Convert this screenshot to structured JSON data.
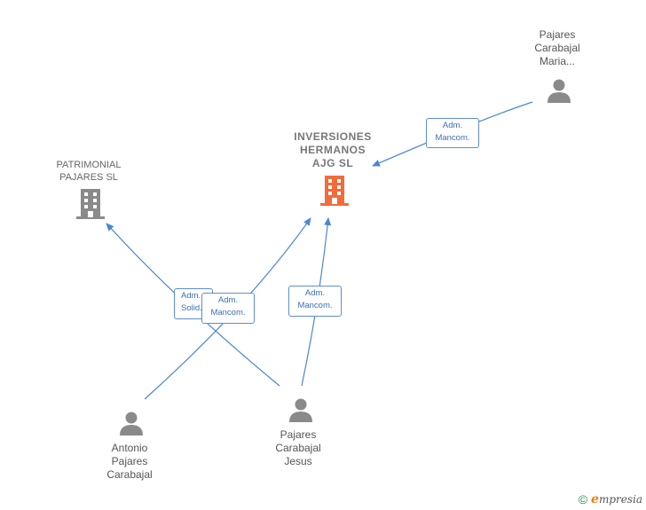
{
  "nodes": {
    "pajares_carabajal_maria": {
      "name": [
        "Pajares",
        "Carabajal",
        "Maria..."
      ],
      "kind": "person"
    },
    "inversiones": {
      "name": [
        "INVERSIONES",
        "HERMANOS",
        "AJG SL"
      ],
      "kind": "company-main"
    },
    "patrimonial": {
      "name": [
        "PATRIMONIAL",
        "PAJARES SL"
      ],
      "kind": "company"
    },
    "antonio": {
      "name": [
        "Antonio",
        "Pajares",
        "Carabajal"
      ],
      "kind": "person"
    },
    "jesus": {
      "name": [
        "Pajares",
        "Carabajal",
        "Jesus"
      ],
      "kind": "person"
    }
  },
  "edges": {
    "maria_inversiones": {
      "label": [
        "Adm.",
        "Mancom."
      ]
    },
    "antonio_patrimonial": {
      "label": [
        "Adm.",
        "Solid."
      ]
    },
    "antonio_inversiones": {
      "label": [
        "Adm.",
        "Mancom."
      ]
    },
    "jesus_inversiones": {
      "label": [
        "Adm.",
        "Mancom."
      ]
    }
  },
  "colors": {
    "edge": "#4a86d4",
    "person_icon": "#8a8a8a",
    "company_icon": "#8a8a8a",
    "main_company_icon": "#f26b3a"
  },
  "footer": {
    "copyright": "©",
    "brand_initial": "e",
    "brand_rest": "mpresia"
  }
}
